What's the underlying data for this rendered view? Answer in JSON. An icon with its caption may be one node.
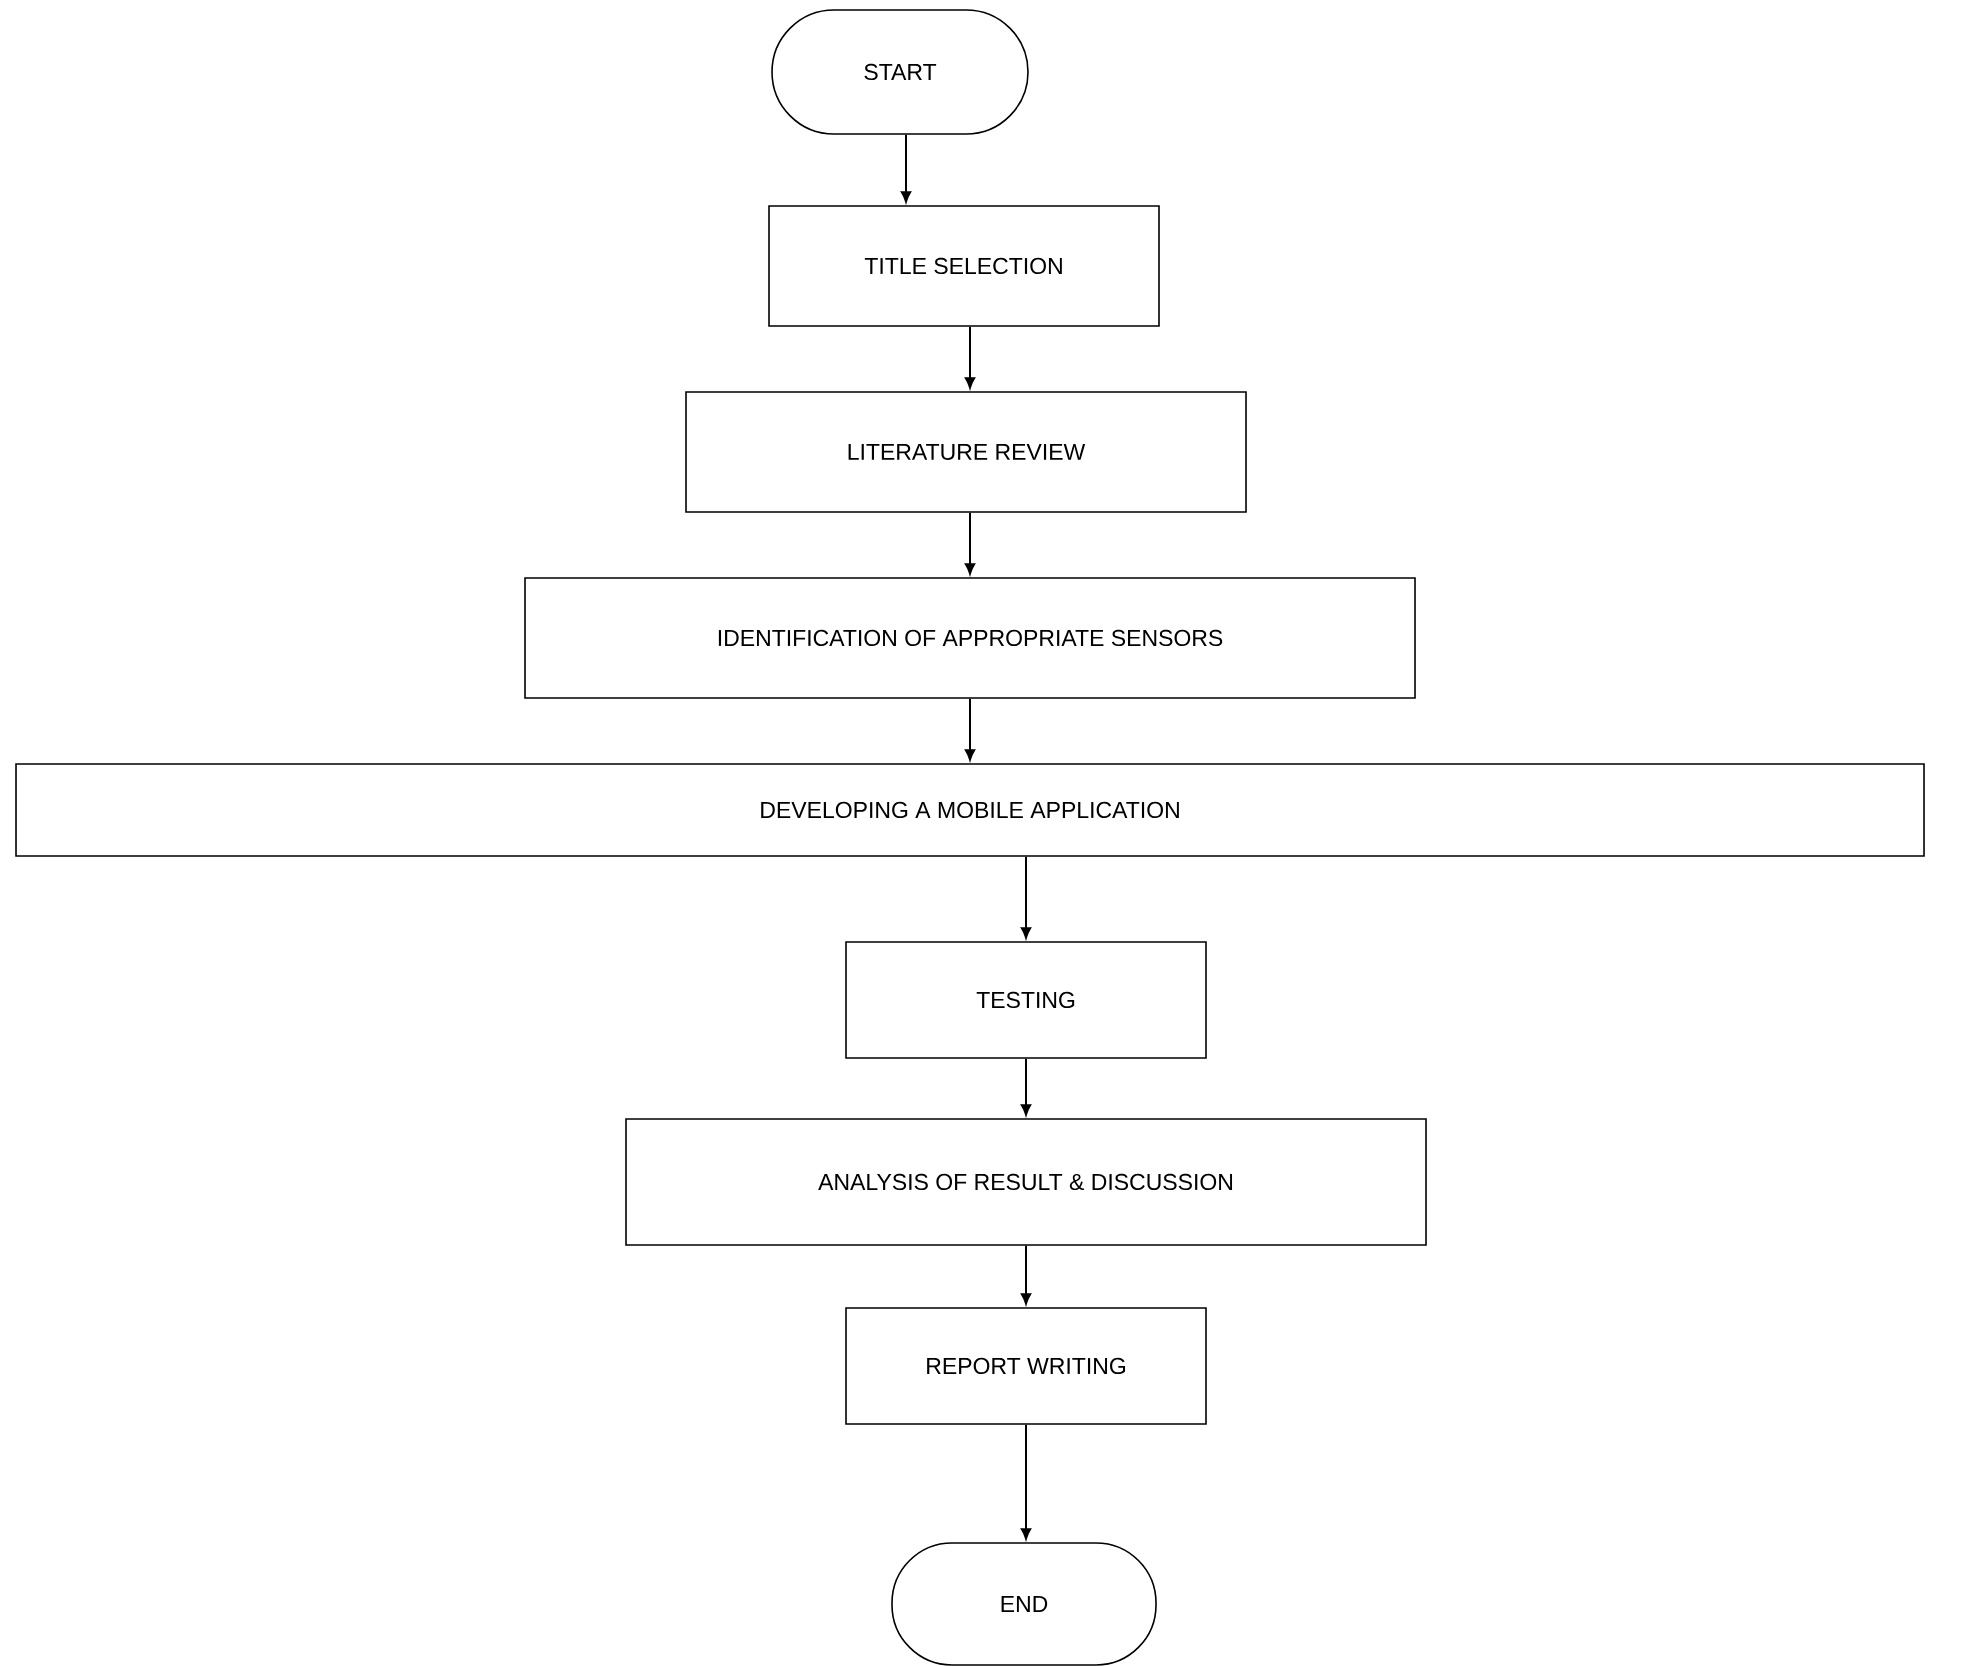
{
  "diagram": {
    "nodes": [
      {
        "text": [
          "START"
        ]
      },
      {
        "text": [
          "TITLE SELECTION"
        ]
      },
      {
        "text": [
          "LITERATURE REVIEW"
        ]
      },
      {
        "text": [
          "IDENTIFICATION OF APPROPRIATE SENSORS"
        ]
      },
      {
        "text": [
          "DEVELOPING A MOBILE APPLICATION"
        ]
      },
      {
        "text": [
          "TESTING"
        ]
      },
      {
        "text": [
          "ANALYSIS OF RESULT & DISCUSSION"
        ]
      },
      {
        "text": [
          "REPORT WRITING"
        ]
      },
      {
        "text": [
          "END"
        ]
      }
    ],
    "edges": [
      {
        "from": 0,
        "to": 1,
        "arrow": "to"
      },
      {
        "from": 1,
        "to": 2,
        "arrow": "to"
      },
      {
        "from": 2,
        "to": 3,
        "arrow": "to"
      },
      {
        "from": 3,
        "to": 4,
        "arrow": "to"
      },
      {
        "from": 4,
        "to": 5,
        "arrow": "to"
      },
      {
        "from": 5,
        "to": 6,
        "arrow": "to"
      },
      {
        "from": 6,
        "to": 7,
        "arrow": "to"
      },
      {
        "from": 7,
        "to": 8,
        "arrow": "to"
      }
    ]
  }
}
